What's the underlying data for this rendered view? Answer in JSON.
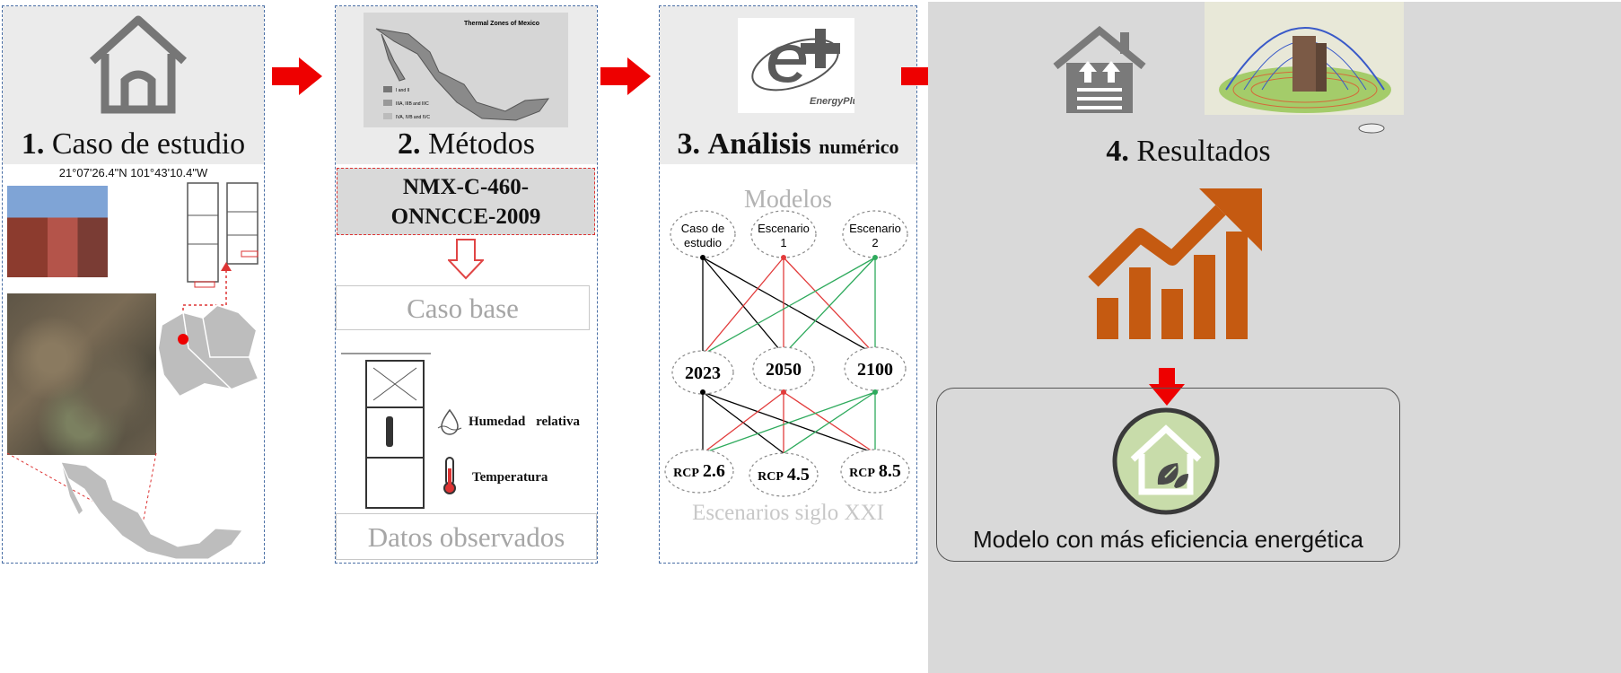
{
  "panel1": {
    "number": "1.",
    "title": "Caso de estudio",
    "coordinates": "21°07'26.4\"N 101°43'10.4\"W",
    "icon": "house-outline-icon"
  },
  "panel2": {
    "number": "2.",
    "title": "Métodos",
    "map_title": "Thermal Zones of Mexico",
    "map_legend": [
      "I and II",
      "IIIA, IIIB and IIIC",
      "IVA, IVB and IVC"
    ],
    "standard_line1": "NMX-C-460-",
    "standard_line2": "ONNCCE-2009",
    "base_case": "Caso base",
    "humidity": "Humedad relativa",
    "temperature": "Temperatura",
    "observed": "Datos observados"
  },
  "panel3": {
    "number": "3.",
    "title_main": "Análisis",
    "title_sub": "numérico",
    "logo_text": "EnergyPlus",
    "models_label": "Modelos",
    "scenarios_label": "Escenarios siglo XXI",
    "models": [
      {
        "line1": "Caso de",
        "line2": "estudio"
      },
      {
        "line1": "Escenario",
        "line2": "1"
      },
      {
        "line1": "Escenario",
        "line2": "2"
      }
    ],
    "years": [
      "2023",
      "2050",
      "2100"
    ],
    "rcp_prefix": "RCP",
    "rcp_values": [
      "2.6",
      "4.5",
      "8.5"
    ],
    "colors": {
      "model1": "#000000",
      "model2": "#e23b3b",
      "model3": "#2eaa5c"
    }
  },
  "panel4": {
    "number": "4.",
    "title": "Resultados",
    "final_model": "Modelo con más eficiencia energética",
    "chart_icon": "growth-chart-icon",
    "house_icon": "house-heating-icon",
    "eco_icon": "eco-house-leaf-icon",
    "accent": "#c55a11"
  },
  "arrow_color": "#ee0000"
}
